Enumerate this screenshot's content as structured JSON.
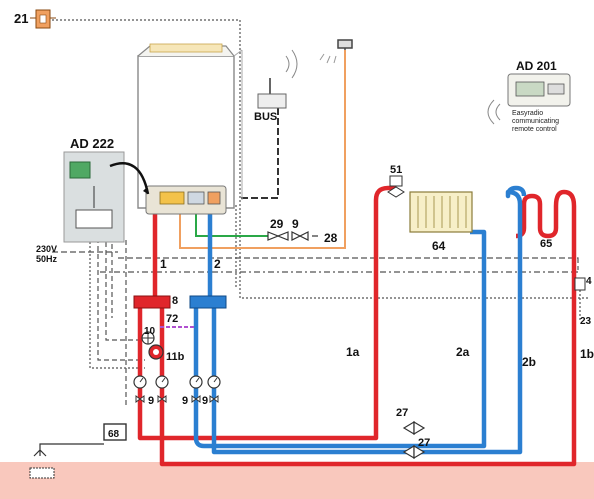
{
  "labels": {
    "ref_21": "21",
    "ad222": "AD 222",
    "bus": "BUS",
    "ad201": "AD 201",
    "remote_line1": "Easyradio",
    "remote_line2": "communicating",
    "remote_line3": "remote control",
    "power_line1": "230V",
    "power_line2": "50Hz",
    "ref_1": "1",
    "ref_2": "2",
    "ref_29": "29",
    "ref_9_valve": "9",
    "ref_28": "28",
    "ref_51": "51",
    "ref_64": "64",
    "ref_65": "65",
    "ref_4": "4",
    "ref_23": "23",
    "ref_8": "8",
    "ref_72": "72",
    "ref_10": "10",
    "ref_11b": "11b",
    "ref_1a": "1a",
    "ref_2a": "2a",
    "ref_2b": "2b",
    "ref_1b": "1b",
    "ref_27_top": "27",
    "ref_27_bottom": "27",
    "ref_68": "68",
    "ref_9_a": "9",
    "ref_9_b": "9",
    "ref_9_c": "9"
  },
  "colors": {
    "flow": "#e0262b",
    "return": "#2b7fd1",
    "dhw": "#f0a060",
    "cold": "#2aa847",
    "floor": "#f9c8bd",
    "cable": "#555555",
    "module": "#c9d9c4"
  }
}
